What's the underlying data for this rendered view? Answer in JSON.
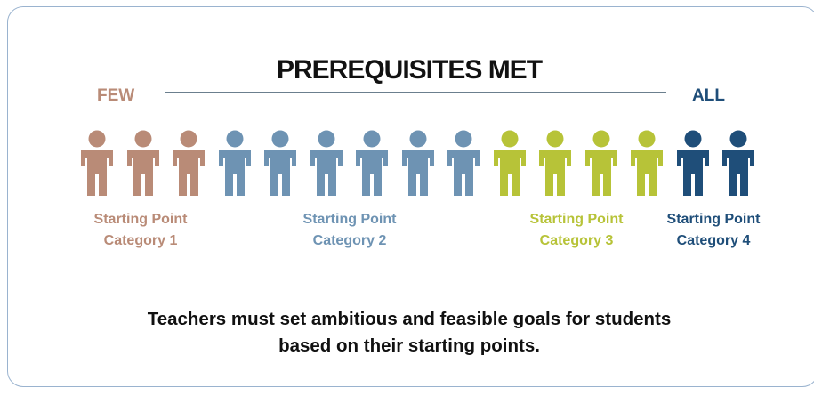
{
  "title": "PREREQUISITES MET",
  "scale": {
    "left_label": "FEW",
    "right_label": "ALL"
  },
  "categories": [
    {
      "line1": "Starting Point",
      "line2": "Category 1",
      "color": "#b98b77",
      "count": 3
    },
    {
      "line1": "Starting Point",
      "line2": "Category 2",
      "color": "#6e93b3",
      "count": 6
    },
    {
      "line1": "Starting Point",
      "line2": "Category 3",
      "color": "#b7c338",
      "count": 4
    },
    {
      "line1": "Starting Point",
      "line2": "Category 4",
      "color": "#1f4e79",
      "count": 2
    }
  ],
  "footer": {
    "line1": "Teachers must set ambitious and feasible goals for students",
    "line2": "based on their starting points."
  },
  "icons": {
    "person": "person-icon"
  }
}
